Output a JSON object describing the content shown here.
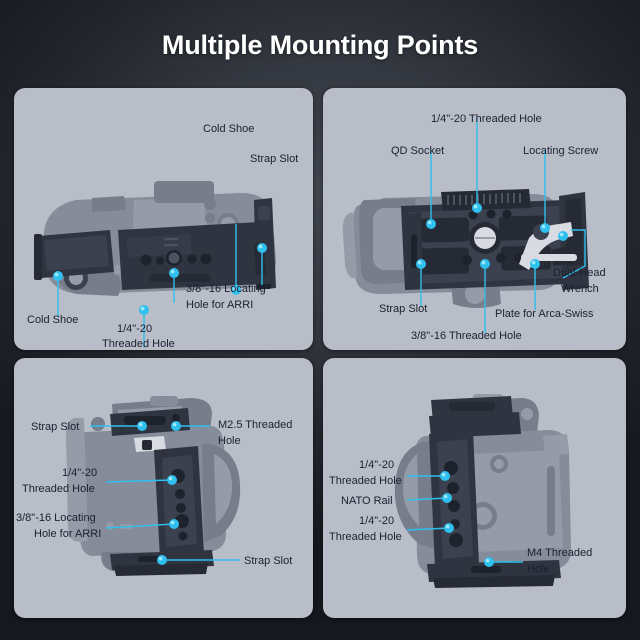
{
  "page": {
    "title": "Multiple Mounting Points",
    "background_color": "#23262d",
    "panel_color": "#b9bdc8",
    "accent_color": "#2fc0ef",
    "label_color": "#1b2030"
  },
  "panels": [
    {
      "id": "panel-1",
      "name": "top-view-cage",
      "labels": [
        {
          "text": "Cold Shoe",
          "line2": ""
        },
        {
          "text": "Strap Slot",
          "line2": ""
        },
        {
          "text": "Cold Shoe",
          "line2": ""
        },
        {
          "text": "1/4\"-20",
          "line2": "Threaded Hole"
        },
        {
          "text": "3/8\"-16 Locating",
          "line2": "Hole for ARRI"
        }
      ]
    },
    {
      "id": "panel-2",
      "name": "bottom-view-cage",
      "labels": [
        {
          "text": "1/4\"-20 Threaded Hole",
          "line2": ""
        },
        {
          "text": "QD Socket",
          "line2": ""
        },
        {
          "text": "Locating Screw",
          "line2": ""
        },
        {
          "text": "Dual-Head",
          "line2": "Wrench"
        },
        {
          "text": "Strap Slot",
          "line2": ""
        },
        {
          "text": "Plate for Arca-Swiss",
          "line2": ""
        },
        {
          "text": "3/8\"-16 Threaded Hole",
          "line2": ""
        }
      ]
    },
    {
      "id": "panel-3",
      "name": "left-side-view-cage",
      "labels": [
        {
          "text": "Strap Slot",
          "line2": ""
        },
        {
          "text": "M2.5 Threaded",
          "line2": "Hole"
        },
        {
          "text": "1/4\"-20",
          "line2": "Threaded Hole"
        },
        {
          "text": "3/8\"-16 Locating",
          "line2": "Hole for ARRI"
        },
        {
          "text": "Strap Slot",
          "line2": ""
        }
      ]
    },
    {
      "id": "panel-4",
      "name": "right-side-view-cage",
      "labels": [
        {
          "text": "1/4\"-20",
          "line2": "Threaded Hole"
        },
        {
          "text": "NATO Rail",
          "line2": ""
        },
        {
          "text": "1/4\"-20",
          "line2": "Threaded Hole"
        },
        {
          "text": "M4 Threaded",
          "line2": "Hole"
        }
      ]
    }
  ]
}
